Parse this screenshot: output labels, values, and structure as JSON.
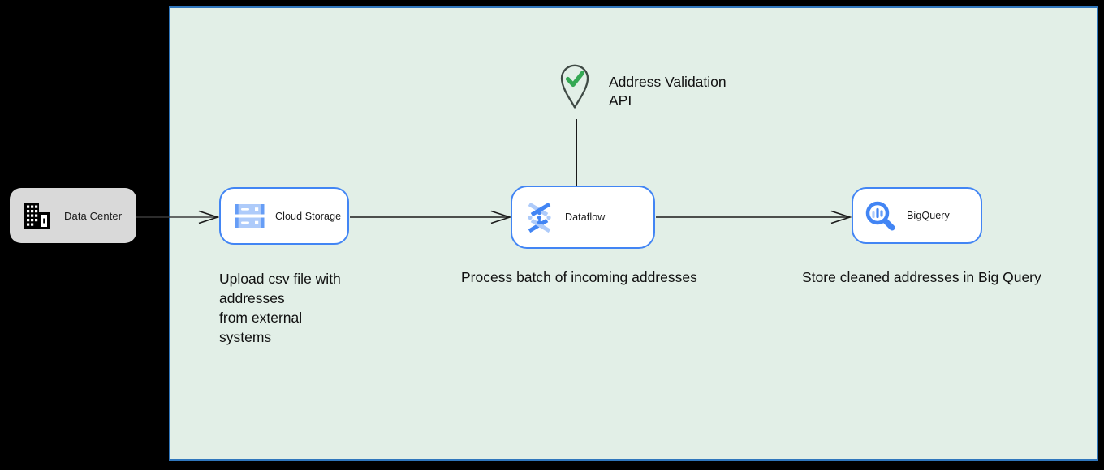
{
  "diagram": {
    "external_node": {
      "label": "Data Center"
    },
    "nodes": [
      {
        "label": "Cloud Storage",
        "icon": "cloud-storage-icon",
        "description": "Upload csv file with\naddresses\nfrom external\nsystems"
      },
      {
        "label": "Dataflow",
        "icon": "dataflow-icon",
        "description": "Process batch of incoming addresses"
      },
      {
        "label": "BigQuery",
        "icon": "bigquery-icon",
        "description": "Store cleaned addresses in Big Query"
      }
    ],
    "annotation": {
      "label": "Address Validation\nAPI",
      "icon": "map-pin-check-icon"
    },
    "colors": {
      "page_background": "#000000",
      "canvas_fill": "#e2efe7",
      "canvas_border": "#3077bd",
      "node_border": "#4285f4",
      "external_node_fill": "#d9d9d9",
      "icon_blue_dark": "#4285f4",
      "icon_blue_medium": "#669df6",
      "icon_blue_light": "#aecbfa",
      "check_green": "#34a853",
      "pin_outline": "#3f4a45",
      "connector": "#1a1a1a",
      "text": "#111111"
    }
  }
}
